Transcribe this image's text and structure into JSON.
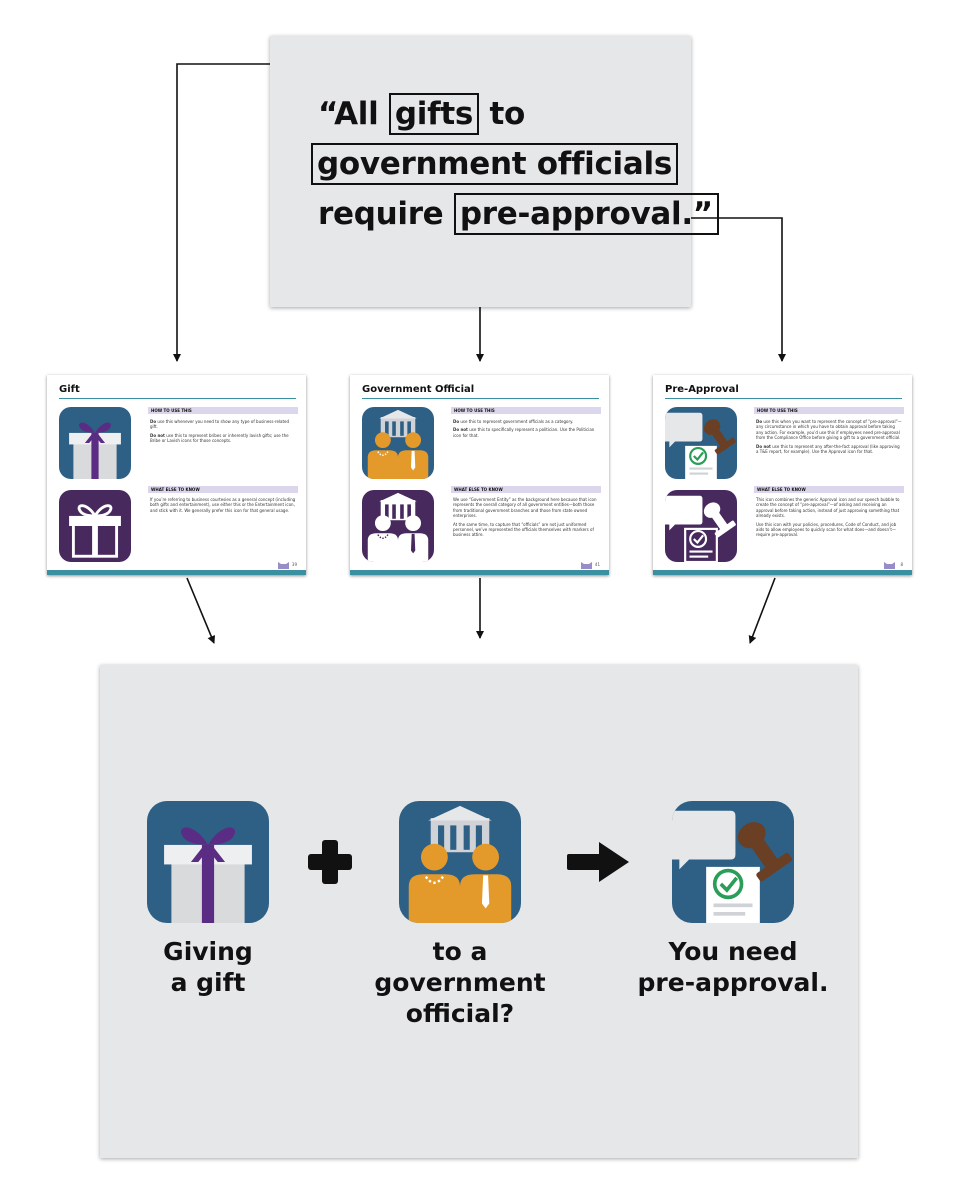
{
  "quote": {
    "line1_pre": "“All",
    "line1_hl": "gifts",
    "line1_post": "to",
    "line2_hl": "government officials",
    "line3_pre": "require",
    "line3_hl": "pre-approval.”"
  },
  "cards": [
    {
      "title": "Gift",
      "how_head": "HOW TO USE THIS",
      "how_do": "use this whenever you need to show any type of business-related gift.",
      "how_donot": "use this to represent bribes or inherently lavish gifts; use the Bribe or Lavish icons for those concepts.",
      "else_head": "WHAT ELSE TO KNOW",
      "else_text1": "If you’re referring to business courtesies as a general concept (including both gifts and entertainment), use either this or the Entertainment icon, and stick with it. We generally prefer this icon for that general usage.",
      "else_text2": "",
      "page": "39"
    },
    {
      "title": "Government Official",
      "how_head": "HOW TO USE THIS",
      "how_do": "use this to represent government officials as a category.",
      "how_donot": "use this to specifically represent a politician. Use the Politician icon for that.",
      "else_head": "WHAT ELSE TO KNOW",
      "else_text1": "We use “Government Entity” as the background here because that icon represents the overall category of all government entities—both those from traditional government branches and those from state owned enterprises.",
      "else_text2": "At the same time, to capture that “officials” are not just uniformed personnel, we’ve represented the officials themselves with markers of business attire.",
      "page": "41"
    },
    {
      "title": "Pre-Approval",
      "how_head": "HOW TO USE THIS",
      "how_do": "use this when you want to represent the concept of “pre-approval”—any circumstance in which you have to obtain approval before taking any action. For example, you’d use this if employees need pre-approval from the Compliance Office before giving a gift to a government official.",
      "how_donot": "use this to represent any after-the-fact approval (like approving a T&E report, for example). Use the Approval icon for that.",
      "else_head": "WHAT ELSE TO KNOW",
      "else_text1": "This icon combines the generic Approval icon and our speech bubble to create the concept of “pre-approval”—of asking and receiving an approval before taking action, instead of just approving something that already exists.",
      "else_text2": "Use this icon with your policies, procedures, Code of Conduct, and job aids to allow employees to quickly scan for what does—and doesn’t—require pre-approval.",
      "page": "8"
    }
  ],
  "labels": {
    "do": "Do",
    "donot": "Do not"
  },
  "operators": {
    "plus": "+",
    "arrow": "→"
  },
  "captions": {
    "gift": "Giving\na gift",
    "official": "to a\ngovernment\nofficial?",
    "preapproval": "You need\npre-approval."
  },
  "colors": {
    "icon_blue": "#2e5f85",
    "icon_purple": "#47295e",
    "ribbon_purple": "#5b2c83",
    "person_orange": "#e49a2b",
    "check_green": "#2a9d58",
    "stamp_brown": "#6a3f24",
    "accent_teal": "#3a8fa0",
    "panel_gray": "#e6e7e9"
  }
}
